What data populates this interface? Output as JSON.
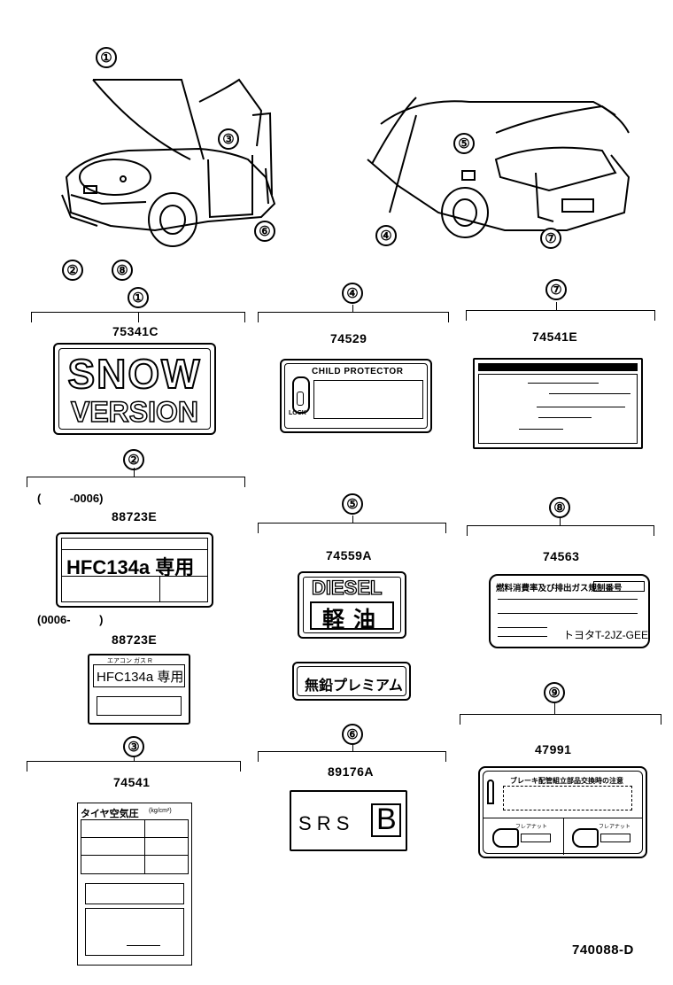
{
  "callouts": {
    "c1": "①",
    "c2": "②",
    "c3": "③",
    "c4": "④",
    "c5": "⑤",
    "c6": "⑥",
    "c7": "⑦",
    "c8": "⑧",
    "c9": "⑨"
  },
  "parts": {
    "p1": "75341C",
    "p2a": "88723E",
    "p2b": "88723E",
    "p3": "74541",
    "p4": "74529",
    "p5": "74559A",
    "p6": "89176A",
    "p7": "74541E",
    "p8": "74563",
    "p9": "47991"
  },
  "ranges": {
    "r2a": "(         -0006)",
    "r2b": "(0006-         )"
  },
  "labels": {
    "snow_l1": "SNOW",
    "snow_l2": "VERSION",
    "hfc_a": "HFC134a 専用",
    "hfc_b_top": "エアコン ガス R",
    "hfc_b": "HFC134a 専用",
    "tire": "タイヤ空気圧",
    "tire_unit": "(kg/cm²)",
    "child_prot": "CHILD PROTECTOR",
    "lock": "LOCK",
    "diesel": "DIESEL",
    "keiyu": "軽油",
    "premium": "無鉛プレミアム",
    "srs": "S R S",
    "srs_b": "B",
    "fuel_label": "燃料消費率及び排出ガス規制番号",
    "engine": "トヨタT-2JZ-GEE",
    "brake": "ブレーキ配管組立部品交換時の注意",
    "flare1": "フレアナット",
    "flare2": "フレアナット"
  },
  "diagram_code": "740088-D"
}
